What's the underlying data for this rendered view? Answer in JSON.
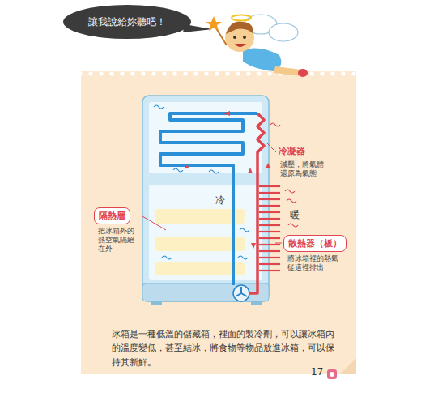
{
  "diagram": {
    "caption": "冰箱是一種低溫的儲藏箱，裡面的製冷劑，可以讓冰箱內的溫度變低，甚至結冰，將食物等物品放進冰箱，可以保持其新鮮。",
    "nodes": [
      {
        "text": [
          "讓我說給妳聽吧！"
        ]
      },
      {
        "text": [
          "隔熱層",
          "把冰箱外的熱空氣隔絕在外"
        ]
      },
      {
        "text": [
          "散熱器（板）",
          "將冰箱裡的熱氣從這裡排出"
        ]
      }
    ],
    "labels": [
      "冷凝器",
      "減壓，將氣體還原為氣態",
      "冷",
      "暖",
      "17"
    ]
  }
}
